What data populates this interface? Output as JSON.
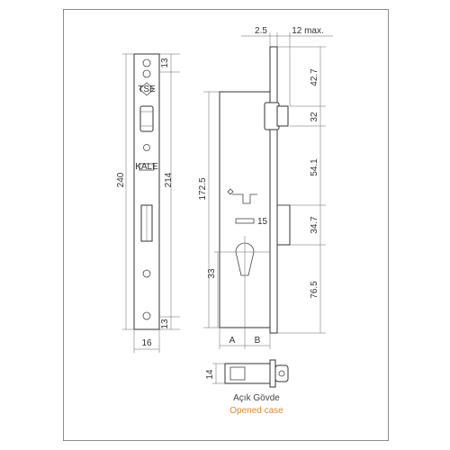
{
  "dimensions": {
    "front_total_height": "240",
    "front_inner_height": "214",
    "front_top_offset": "13",
    "front_bottom_offset": "13",
    "front_width": "16",
    "side_backset_plate": "2.5",
    "side_projection": "12 max.",
    "side_top": "42.7",
    "side_latch": "32",
    "side_mid": "54.1",
    "side_lower": "34.7",
    "side_bottom": "76.5",
    "side_height": "172.5",
    "side_cyl_height": "33",
    "side_label_a": "A",
    "side_label_b": "B",
    "side_small": "15",
    "opened_width": "14"
  },
  "front_marks": {
    "tse_logo": "TSE",
    "kale_logo": "KALE"
  },
  "caption": {
    "turkish": "Açık Gövde",
    "english": "Opened case"
  },
  "colors": {
    "frame": "#8c8c8c",
    "line": "#333333",
    "caption_english": "#e0892a"
  }
}
